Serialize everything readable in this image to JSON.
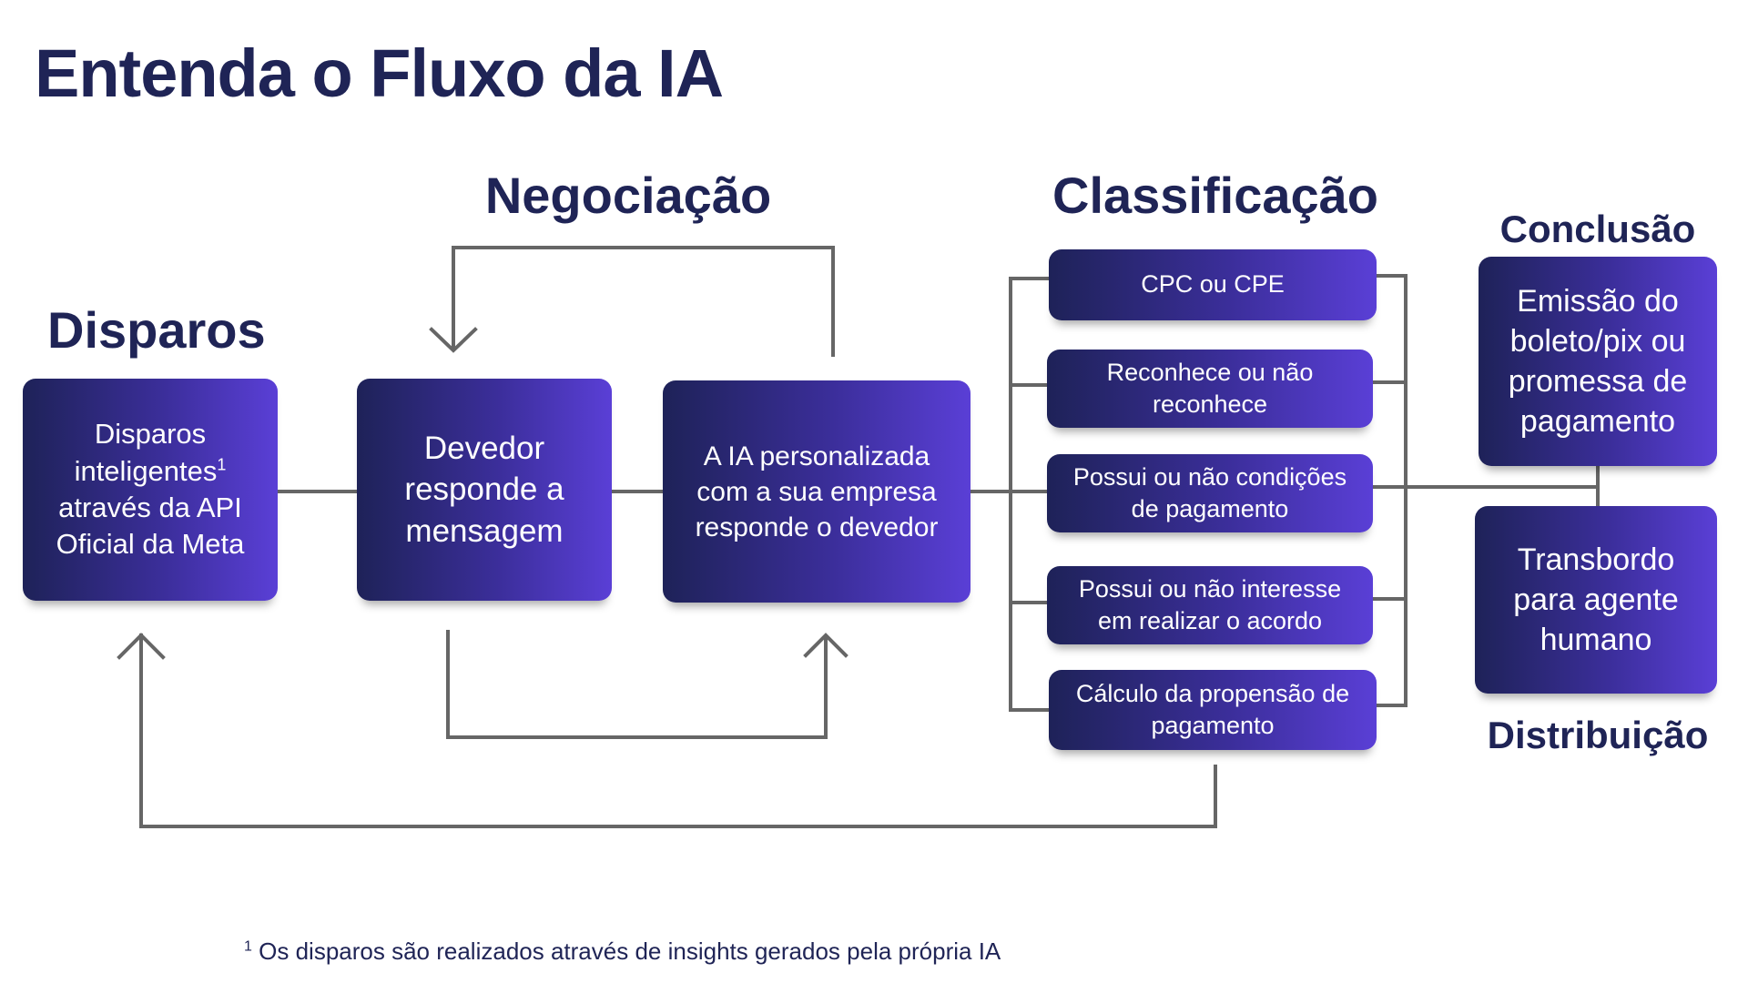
{
  "title": "Entenda o Fluxo da IA",
  "sections": {
    "disparos": "Disparos",
    "negociacao": "Negociação",
    "classificacao": "Classificação",
    "conclusao": "Conclusão",
    "distribuicao": "Distribuição"
  },
  "boxes": {
    "disparos": {
      "line1": "Disparos",
      "line2": "inteligentes",
      "line2_sup": "1",
      "line3": "através da API",
      "line4": "Oficial da Meta"
    },
    "devedor": [
      "Devedor",
      "responde a",
      "mensagem"
    ],
    "ia": [
      "A IA personalizada",
      "com a sua empresa",
      "responde o devedor"
    ]
  },
  "classificacao_items": [
    [
      "CPC ou CPE"
    ],
    [
      "Reconhece ou não",
      "reconhece"
    ],
    [
      "Possui ou não condições",
      "de pagamento"
    ],
    [
      "Possui ou não interesse",
      "em realizar o acordo"
    ],
    [
      "Cálculo da propensão de",
      "pagamento"
    ]
  ],
  "conclusao_box": [
    "Emissão do",
    "boleto/pix ou",
    "promessa de",
    "pagamento"
  ],
  "distribuicao_box": [
    "Transbordo",
    "para agente",
    "humano"
  ],
  "footnote": {
    "marker": "1",
    "text": "Os disparos são realizados através de insights gerados pela própria IA"
  },
  "colors": {
    "navy": "#1f2456",
    "gradient_start": "#1e2258",
    "gradient_end": "#5a3fd6",
    "connector": "#666666"
  }
}
